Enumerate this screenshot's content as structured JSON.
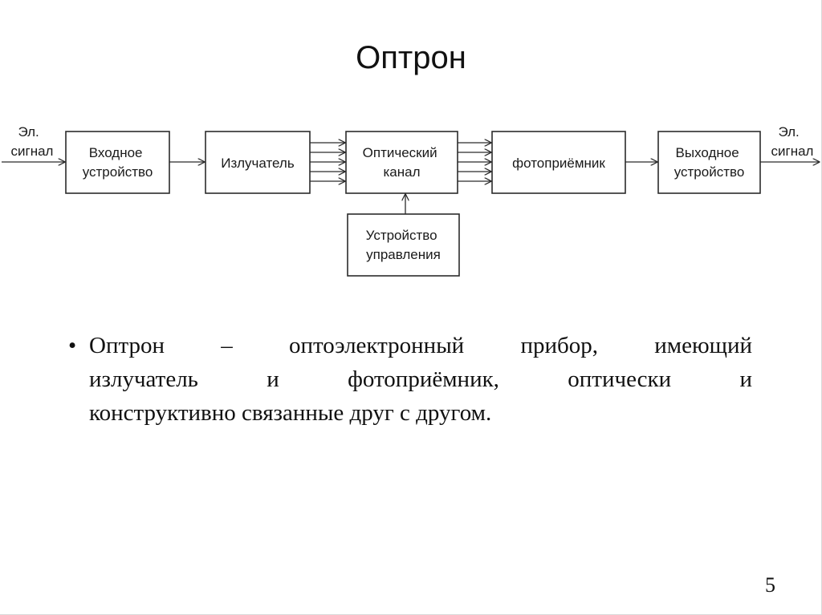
{
  "slide": {
    "title": "Оптрон",
    "page_number": "5"
  },
  "diagram": {
    "input_label": [
      "Эл.",
      "сигнал"
    ],
    "output_label": [
      "Эл.",
      "сигнал"
    ],
    "blocks": {
      "input_device": [
        "Входное",
        "устройство"
      ],
      "emitter": [
        "Излучатель"
      ],
      "optical_channel": [
        "Оптический",
        "канал"
      ],
      "photodetector": [
        "фотоприёмник"
      ],
      "output_device": [
        "Выходное",
        "устройство"
      ],
      "control_device": [
        "Устройство",
        "управления"
      ]
    }
  },
  "definition": {
    "bullet": "•",
    "line1": [
      "Оптрон",
      "–",
      "оптоэлектронный",
      "прибор,",
      "имеющий"
    ],
    "line2": [
      "излучатель",
      "и",
      "фотоприёмник,",
      "оптически",
      "и"
    ],
    "line3": "конструктивно связанные друг с другом."
  }
}
